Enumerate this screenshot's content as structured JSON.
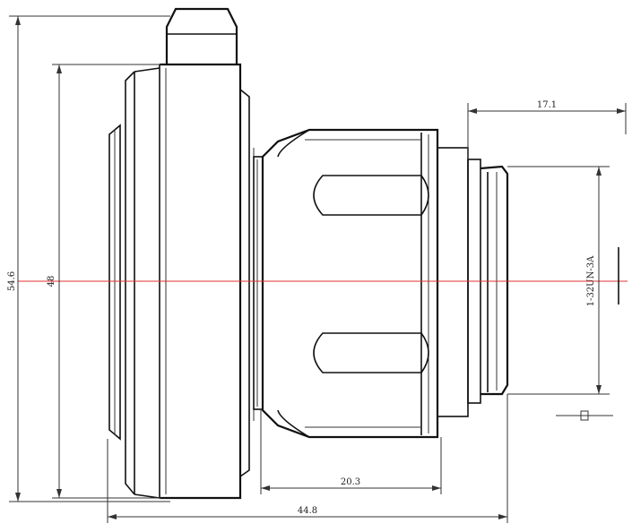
{
  "drawing": {
    "dimensions": {
      "total_height": "54.6",
      "body_diameter": "48",
      "thread_length": "17.1",
      "thread_spec": "1-32UN-3A",
      "knurl_length": "20.3",
      "overall_length": "44.8"
    },
    "colors": {
      "line": "#111111",
      "centerline": "#e03030",
      "background": "#ffffff"
    }
  }
}
